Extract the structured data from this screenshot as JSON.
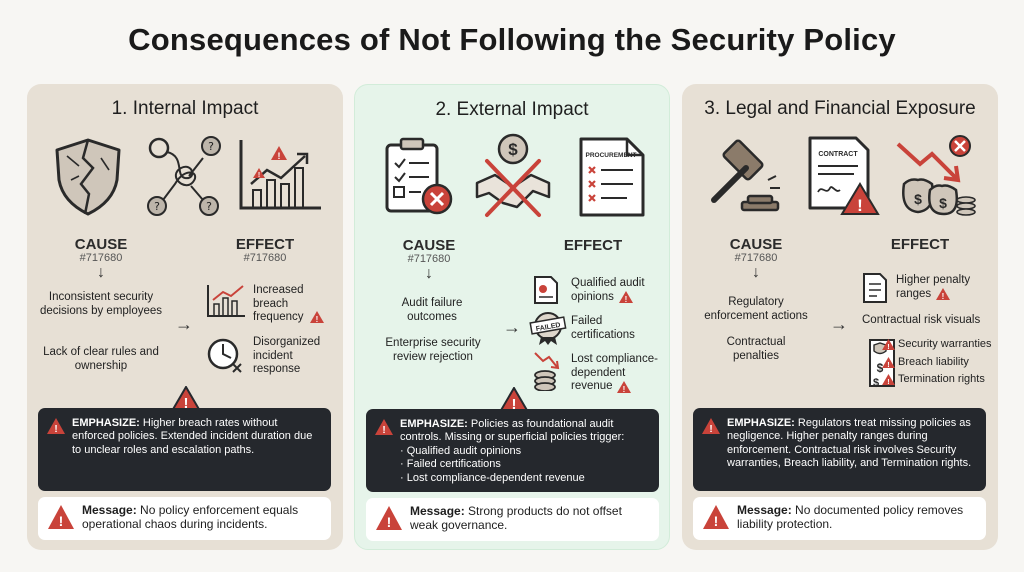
{
  "title": "Consequences of Not Following the Security Policy",
  "colors": {
    "warning": "#c9433a",
    "dark_box": "#25282d",
    "panel_beige": "#e7e0d5",
    "panel_green": "#e6f4ea"
  },
  "panels": [
    {
      "title": "1. Internal Impact",
      "icons": [
        "cracked-shield-icon",
        "tangled-decisions-icon",
        "rising-incident-chart-icon"
      ],
      "cause_header": "CAUSE",
      "cause_code": "#717680",
      "effect_header": "EFFECT",
      "effect_code": "#717680",
      "causes": [
        "Inconsistent security decisions by employees",
        "Lack of clear rules and ownership"
      ],
      "effects": [
        "Increased breach frequency",
        "Disorganized incident response"
      ],
      "emphasize_label": "EMPHASIZE:",
      "emphasize_text": "Higher breach rates without enforced policies. Extended incident duration due to unclear roles and escalation paths.",
      "emphasize_bullets": [],
      "message_label": "Message:",
      "message_text": "No policy enforcement equals operational chaos during incidents."
    },
    {
      "title": "2. External Impact",
      "icons": [
        "failed-checklist-icon",
        "broken-deal-icon",
        "procurement-doc-icon"
      ],
      "procurement_label": "PROCUREMENT",
      "cause_header": "CAUSE",
      "cause_code": "#717680",
      "effect_header": "EFFECT",
      "causes": [
        "Audit failure outcomes",
        "Enterprise security review rejection"
      ],
      "effects": [
        "Qualified audit opinions",
        "Failed certifications",
        "Lost compliance-dependent revenue"
      ],
      "failed_stamp": "FAILED",
      "emphasize_label": "EMPHASIZE:",
      "emphasize_text": "Policies as foundational audit controls. Missing or superficial policies trigger:",
      "emphasize_bullets": [
        "Qualified audit opinions",
        "Failed certifications",
        "Lost compliance-dependent revenue"
      ],
      "message_label": "Message:",
      "message_text": "Strong products do not offset weak governance."
    },
    {
      "title": "3. Legal and Financial Exposure",
      "icons": [
        "gavel-icon",
        "contract-warning-icon",
        "falling-money-icon"
      ],
      "contract_label": "CONTRACT",
      "cause_header": "CAUSE",
      "cause_code": "#717680",
      "effect_header": "EFFECT",
      "causes": [
        "Regulatory enforcement actions",
        "Contractual penalties"
      ],
      "effects": [
        "Higher penalty ranges",
        "Contractual risk visuals"
      ],
      "risk_items": [
        "Security warranties",
        "Breach liability",
        "Termination rights"
      ],
      "emphasize_label": "EMPHASIZE:",
      "emphasize_text": "Regulators treat missing policies as negligence. Higher penalty ranges during enforcement. Contractual risk involves Security warranties, Breach liability, and Termination rights.",
      "emphasize_bullets": [],
      "message_label": "Message:",
      "message_text": "No documented policy removes liability protection."
    }
  ]
}
